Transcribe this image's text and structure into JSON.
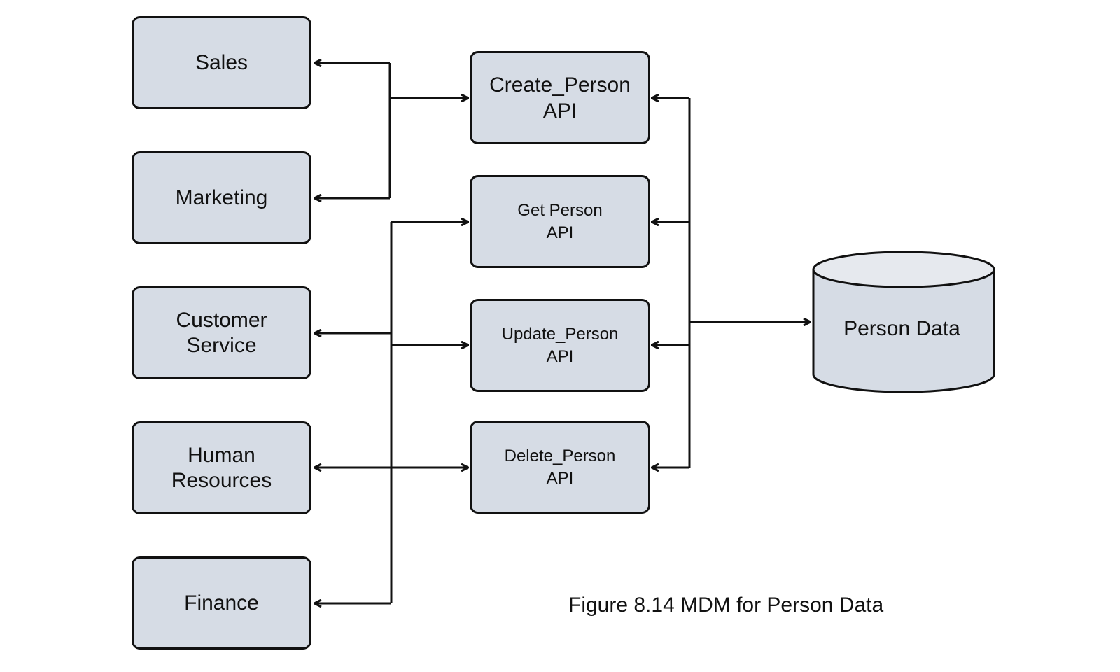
{
  "departments": {
    "sales": "Sales",
    "marketing": "Marketing",
    "customer_service": "Customer\nService",
    "human_resources": "Human\nResources",
    "finance": "Finance"
  },
  "apis": {
    "create": "Create_Person\nAPI",
    "get": "Get Person\nAPI",
    "update": "Update_Person\nAPI",
    "delete": "Delete_Person\nAPI"
  },
  "database": {
    "label": "Person Data"
  },
  "caption": "Figure 8.14 MDM for Person Data",
  "colors": {
    "box_fill": "#d6dce5",
    "cylinder_top": "#e6e9ee",
    "stroke": "#111111"
  }
}
